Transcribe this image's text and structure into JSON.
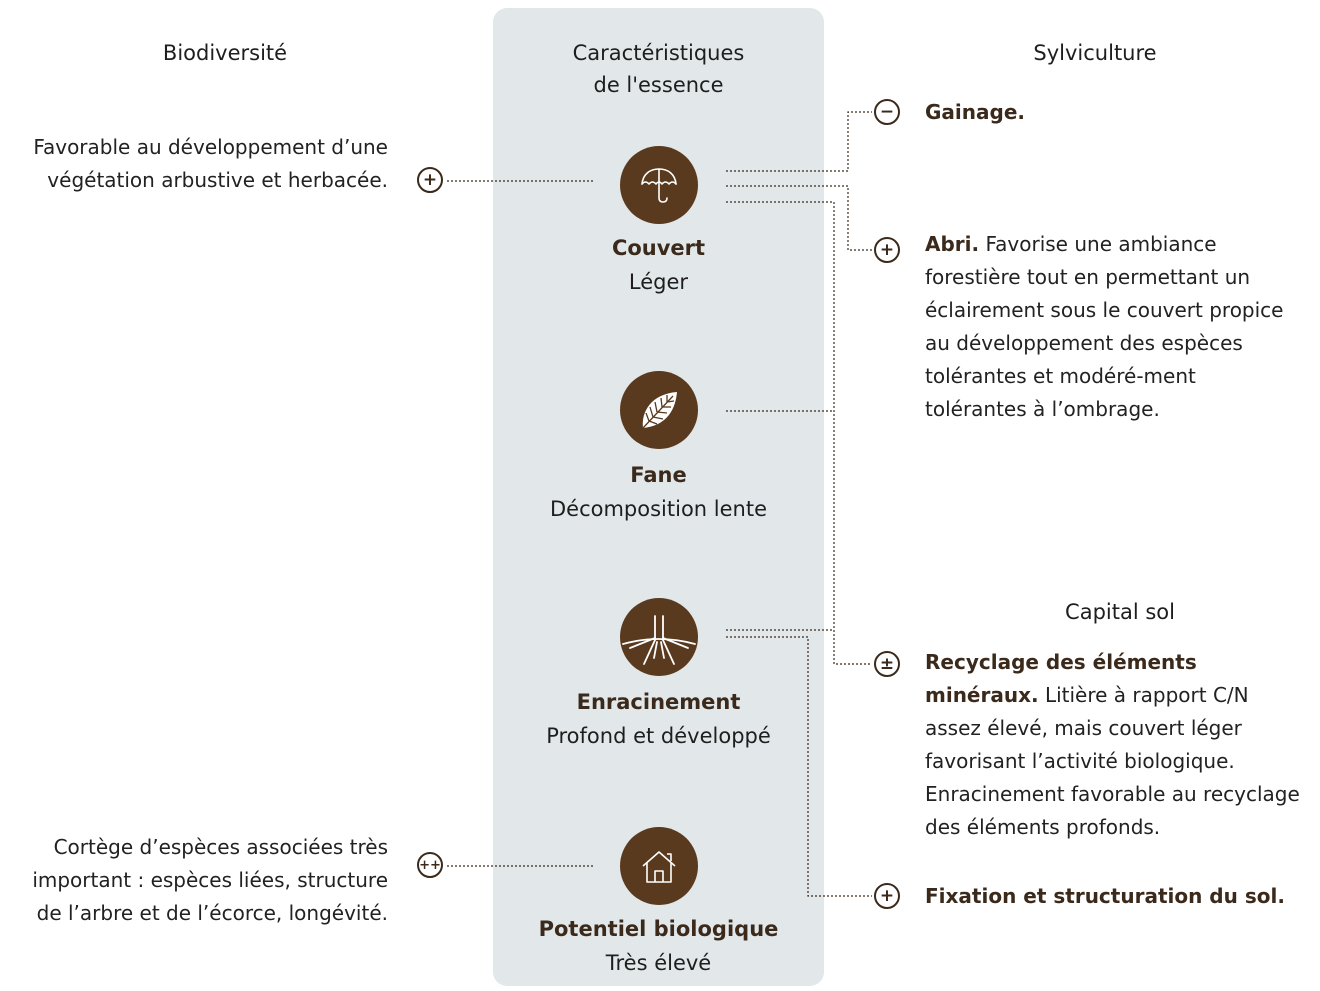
{
  "headers": {
    "biodiversity": "Biodiversité",
    "traits": "Caractéristiques\nde l'essence",
    "silviculture": "Sylviculture",
    "soil": "Capital sol"
  },
  "traits": [
    {
      "icon": "umbrella-icon",
      "title": "Couvert",
      "value": "Léger"
    },
    {
      "icon": "leaf-icon",
      "title": "Fane",
      "value": "Décomposition lente"
    },
    {
      "icon": "roots-icon",
      "title": "Enracinement",
      "value": "Profond et développé"
    },
    {
      "icon": "house-icon",
      "title": "Potentiel biologique",
      "value": "Très élevé"
    }
  ],
  "biodiversity_items": [
    {
      "sign": "+",
      "text": "Favorable au développement d’une végétation arbustive et herbacée."
    },
    {
      "sign": "++",
      "text": "Cortège d’espèces associées très important : espèces liées, structure de l’arbre et de l’écorce, longévité."
    }
  ],
  "silviculture_items": [
    {
      "sign": "−",
      "title": "Gainage.",
      "text": ""
    },
    {
      "sign": "+",
      "title": "Abri.",
      "text": " Favorise une ambiance forestière tout en permettant un éclairement sous le couvert propice au développement des espèces tolérantes et modéré-ment tolérantes à l’ombrage."
    }
  ],
  "soil_items": [
    {
      "sign": "±",
      "title": "Recyclage des éléments minéraux.",
      "text": " Litière à rapport C/N assez élevé, mais couvert léger favorisant l’activité biologique. Enracinement favorable au recyclage des éléments profonds."
    },
    {
      "sign": "+",
      "title": "Fixation et structuration du sol.",
      "text": ""
    }
  ],
  "colors": {
    "icon_fill": "#5a3a1e",
    "panel": "#e2e8ea",
    "line": "#3b2a1b"
  }
}
